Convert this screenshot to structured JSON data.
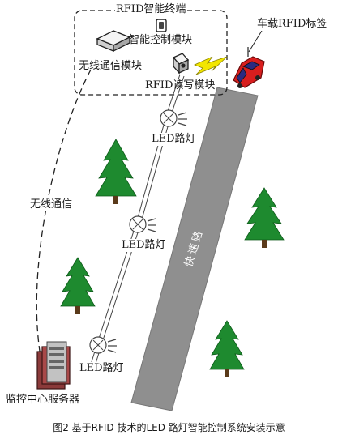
{
  "labels": {
    "rfid_terminal": "RFID智能终端",
    "smart_control": "智能控制模块",
    "wireless_module": "无线通信模块",
    "rfid_rw": "RFID读写模块",
    "vehicle_tag": "车载RFID标签",
    "led1": "LED路灯",
    "led2": "LED路灯",
    "led3": "LED路灯",
    "wireless_comm": "无线通信",
    "road": "快速路",
    "server": "监控中心服务器"
  },
  "caption": "图2 基于RFID 技术的LED 路灯智能控制系统安装示意",
  "colors": {
    "road": "#8f8f8f",
    "tree": "#1e8a2f",
    "car": "#d81e1e",
    "lightning": "#f2e600",
    "server": "#8b3a3a"
  }
}
